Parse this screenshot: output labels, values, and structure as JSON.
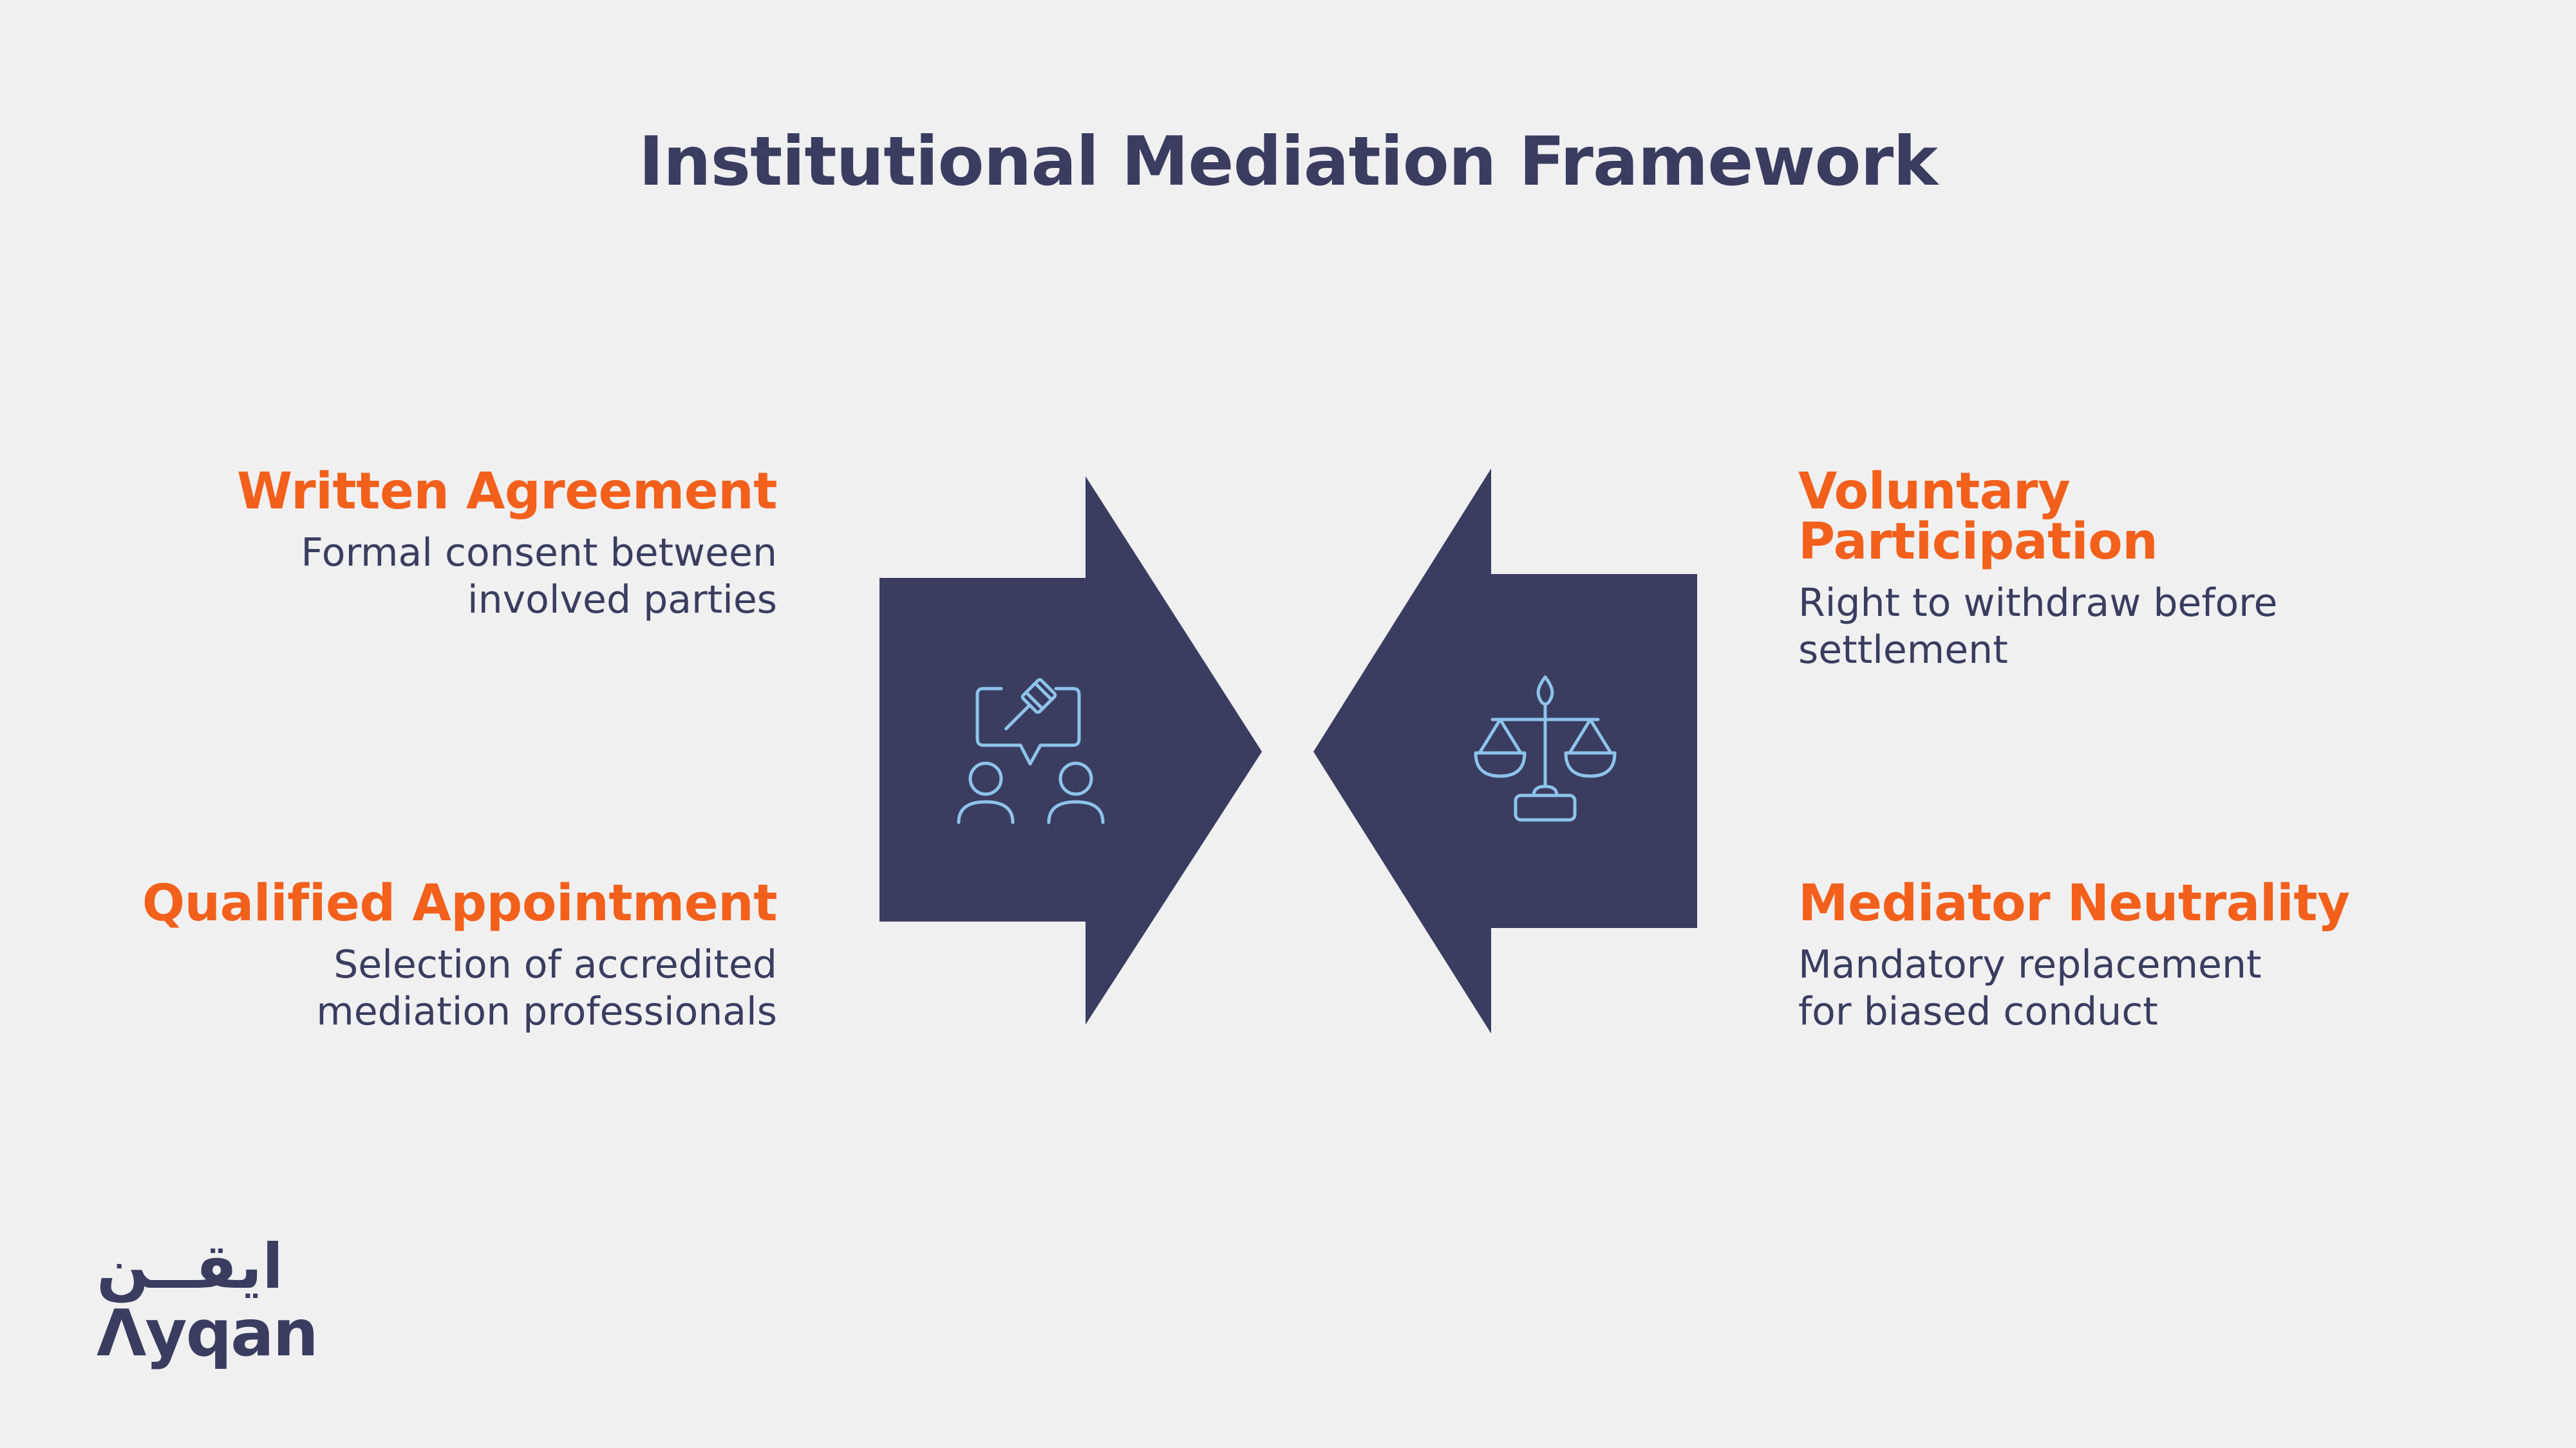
{
  "title": "Institutional Mediation Framework",
  "items": {
    "written_agreement": {
      "heading": "Written Agreement",
      "lines": [
        "Formal consent between",
        "involved parties"
      ]
    },
    "qualified_appointment": {
      "heading": "Qualified Appointment",
      "lines": [
        "Selection of accredited",
        "mediation professionals"
      ]
    },
    "voluntary_participation": {
      "heading": "Voluntary Participation",
      "lines": [
        "Right to withdraw before",
        "settlement"
      ]
    },
    "mediator_neutrality": {
      "heading": "Mediator Neutrality",
      "lines": [
        "Mandatory replacement",
        "for biased conduct"
      ]
    }
  },
  "icons": {
    "left_arrow_icon": "mediation-discussion-icon",
    "right_arrow_icon": "scales-of-justice-icon"
  },
  "colors": {
    "background": "#f0f0f1",
    "navy": "#3a3d60",
    "accent": "#f2601c",
    "icon_stroke": "#8ec3ea"
  },
  "logo": {
    "arabic": "ايقــن",
    "latin": "Λyqan"
  }
}
